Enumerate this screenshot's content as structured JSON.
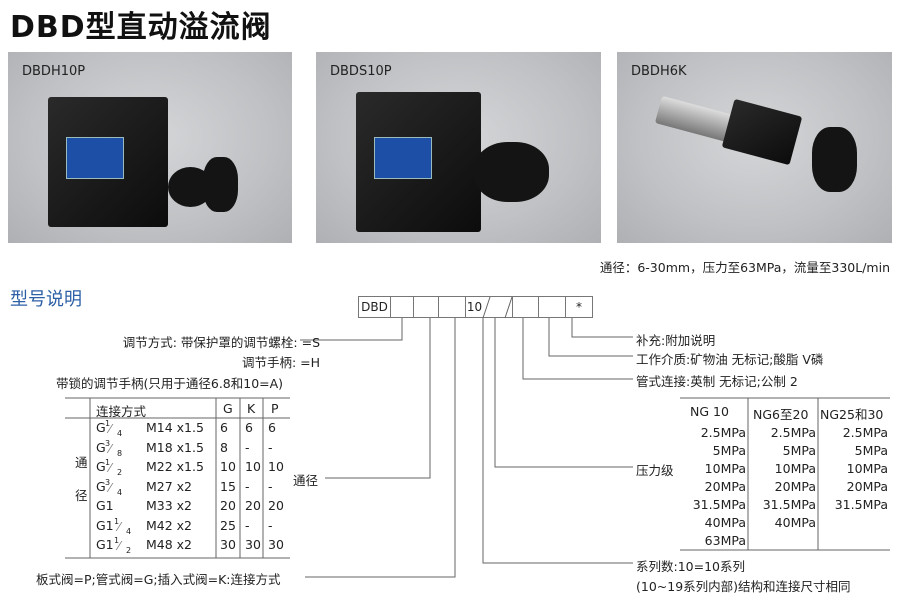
{
  "title": "DBD型直动溢流阀",
  "products": [
    {
      "label": "DBDH10P"
    },
    {
      "label": "DBDS10P"
    },
    {
      "label": "DBDH6K"
    }
  ],
  "spec": "通径：6-30mm，压力至63MPa，流量至330L/min",
  "section_title": "型号说明",
  "code_boxes": [
    "DBD",
    "",
    "",
    "",
    "10",
    "",
    "",
    "",
    "*"
  ],
  "left_notes": {
    "adjust_s": "调节方式:  带保护罩的调节螺栓:  =S",
    "adjust_h": "调节手柄:  =H",
    "adjust_a": "带锁的调节手柄(只用于通径6.8和10=A)",
    "connection": "板式阀=P;管式阀=G;插入式阀=K:连接方式",
    "bore_label": "通径"
  },
  "bore_table": {
    "side_label": [
      "通",
      "径"
    ],
    "headers": [
      "连接方式",
      "G",
      "K",
      "P"
    ],
    "rows": [
      {
        "g": "G",
        "num": "1",
        "den": "4",
        "m": "M14 x1.5",
        "G": "6",
        "K": "6",
        "P": "6"
      },
      {
        "g": "G",
        "num": "3",
        "den": "8",
        "m": "M18 x1.5",
        "G": "8",
        "K": "-",
        "P": "-"
      },
      {
        "g": "G",
        "num": "1",
        "den": "2",
        "m": "M22 x1.5",
        "G": "10",
        "K": "10",
        "P": "10"
      },
      {
        "g": "G",
        "num": "3",
        "den": "4",
        "m": "M27 x2",
        "G": "15",
        "K": "-",
        "P": "-"
      },
      {
        "g": "G1",
        "num": "",
        "den": "",
        "m": "M33 x2",
        "G": "20",
        "K": "20",
        "P": "20"
      },
      {
        "g": "G1",
        "num": "1",
        "den": "4",
        "m": "M42 x2",
        "G": "25",
        "K": "-",
        "P": "-"
      },
      {
        "g": "G1",
        "num": "1",
        "den": "2",
        "m": "M48 x2",
        "G": "30",
        "K": "30",
        "P": "30"
      }
    ]
  },
  "right_notes": {
    "supplement": "补充:附加说明",
    "medium": "工作介质:矿物油 无标记;酸脂 V磷",
    "pipe": "管式连接:英制 无标记;公制  2",
    "pressure_label": "压力级",
    "series1": "系列数:10=10系列",
    "series2": "(10~19系列内部)结构和连接尺寸相同"
  },
  "pressure_table": {
    "headers": [
      "NG  10",
      "NG6至20",
      "NG25和30"
    ],
    "columns": [
      [
        "2.5MPa",
        "5MPa",
        "10MPa",
        "20MPa",
        "31.5MPa",
        "40MPa",
        "63MPa"
      ],
      [
        "2.5MPa",
        "5MPa",
        "10MPa",
        "20MPa",
        "31.5MPa",
        "40MPa"
      ],
      [
        "2.5MPa",
        "5MPa",
        "10MPa",
        "20MPa",
        "31.5MPa"
      ]
    ]
  }
}
